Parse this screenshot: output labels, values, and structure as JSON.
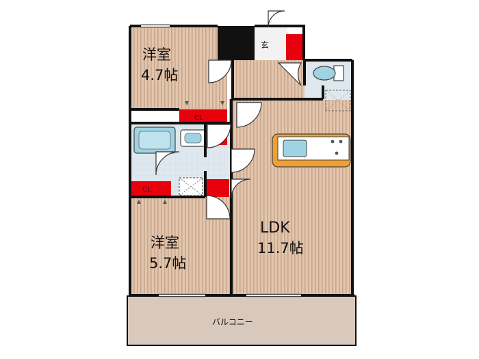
{
  "rooms": {
    "western_north": {
      "name": "洋室",
      "size": "4.7帖"
    },
    "western_south": {
      "name": "洋室",
      "size": "5.7帖"
    },
    "ldk": {
      "name": "LDK",
      "size": "11.7帖"
    },
    "balcony": {
      "name": "バルコニー"
    },
    "entrance": {
      "name": "玄"
    },
    "closet_upper": {
      "name": "CL"
    },
    "closet_lower": {
      "name": "CL"
    }
  },
  "colors": {
    "floor_wood": "#e2c5ad",
    "floor_stripe": "#c9a68c",
    "wet_area": "#dfe8ee",
    "fixture_blue": "#9fd3e4",
    "storage_red": "#e8000d",
    "balcony": "#d9c9bd",
    "counter": "#f0a030",
    "wall": "#111111"
  }
}
